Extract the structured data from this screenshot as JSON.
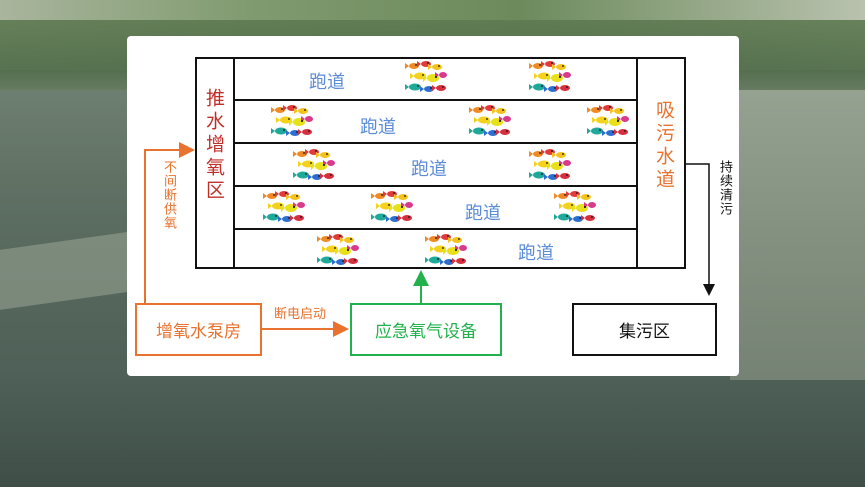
{
  "diagram": {
    "lanes": [
      {
        "label": "跑道"
      },
      {
        "label": "跑道"
      },
      {
        "label": "跑道"
      },
      {
        "label": "跑道"
      },
      {
        "label": "跑道"
      }
    ],
    "push_oxygen_zone": "推水增氧区",
    "suction_channel": "吸污水道",
    "continuous_cleaning": "持续清污",
    "uninterrupted_supply": "不间断供氧",
    "pump_room": "增氧水泵房",
    "power_failure_start": "断电启动",
    "emergency_oxygen": "应急氧气设备",
    "sewage_area": "集污区"
  },
  "colors": {
    "lane_text": "#5b8cd6",
    "push_zone": "#c0302a",
    "orange": "#e8722e",
    "green": "#22b14c",
    "line": "#111111"
  },
  "icons": [
    "fish-school-icon"
  ]
}
